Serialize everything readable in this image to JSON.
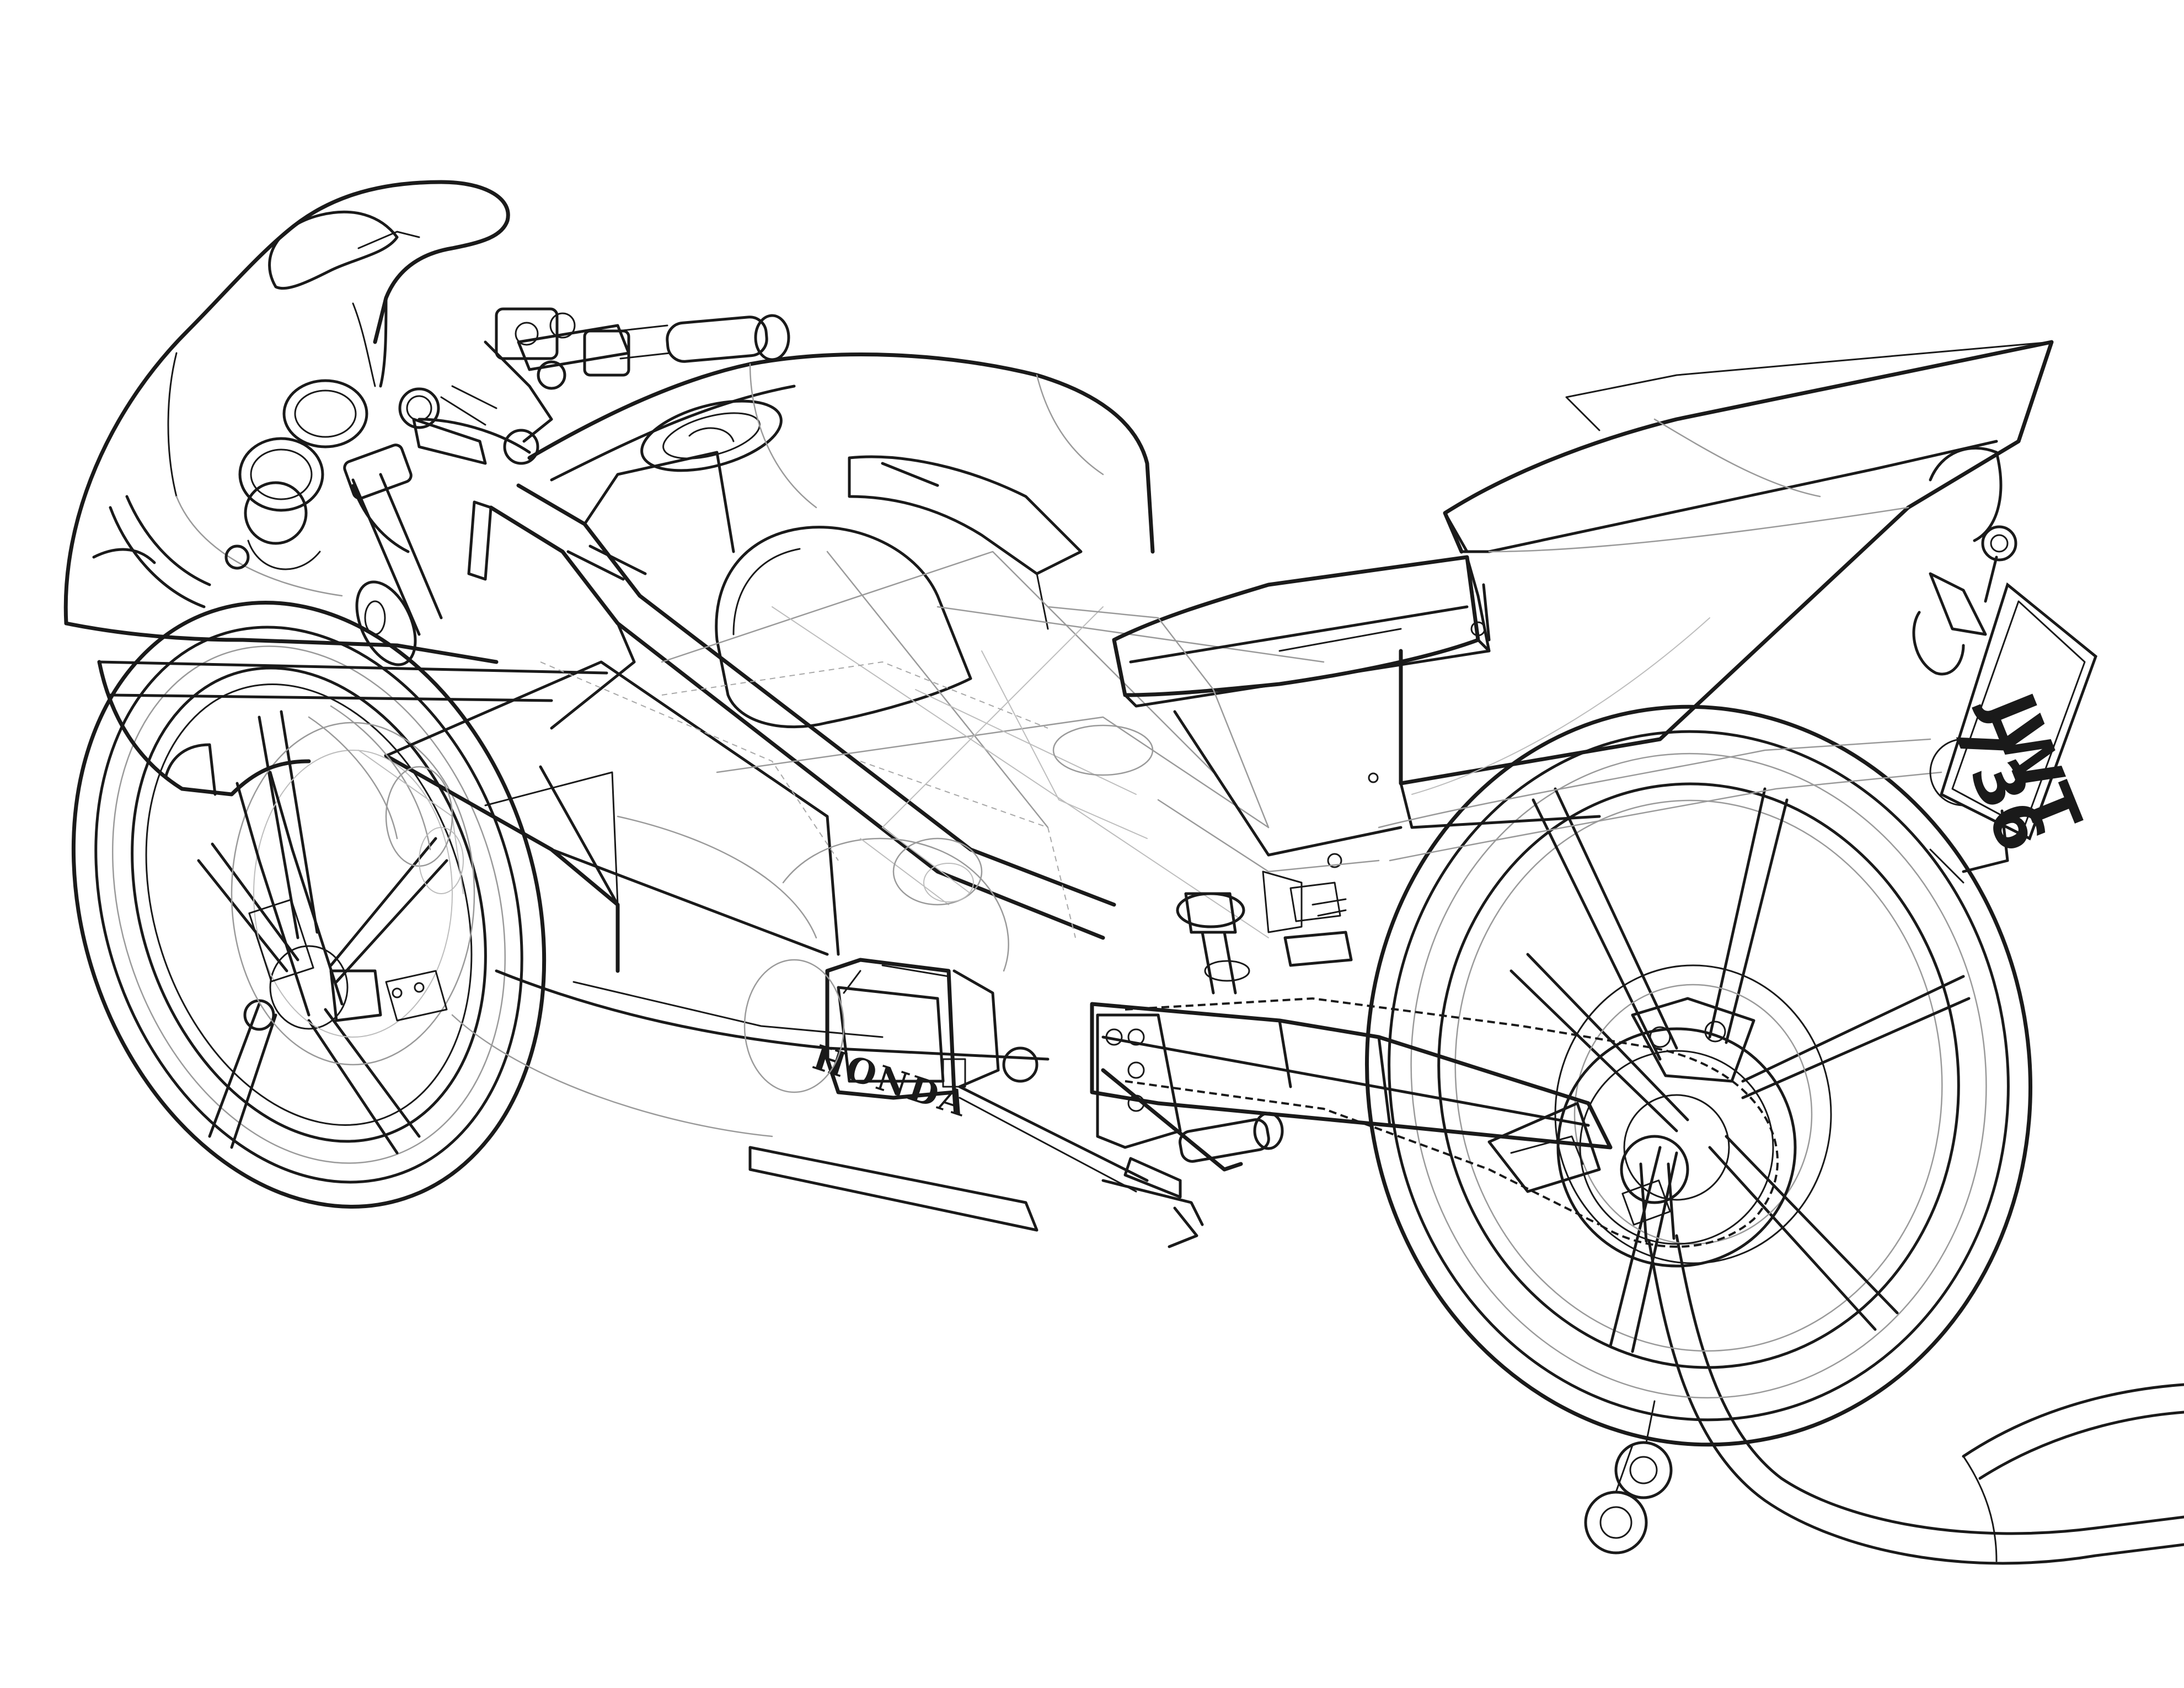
{
  "drawing": {
    "subject": "motorcycle-line-drawing",
    "line_color": "#1a1a1a",
    "ghost_line_color": "#9a9a9a",
    "background": "#ffffff"
  },
  "labels": {
    "engine_brand": "HONDA",
    "plate_line_1": "JWT",
    "plate_line_2": "736"
  }
}
